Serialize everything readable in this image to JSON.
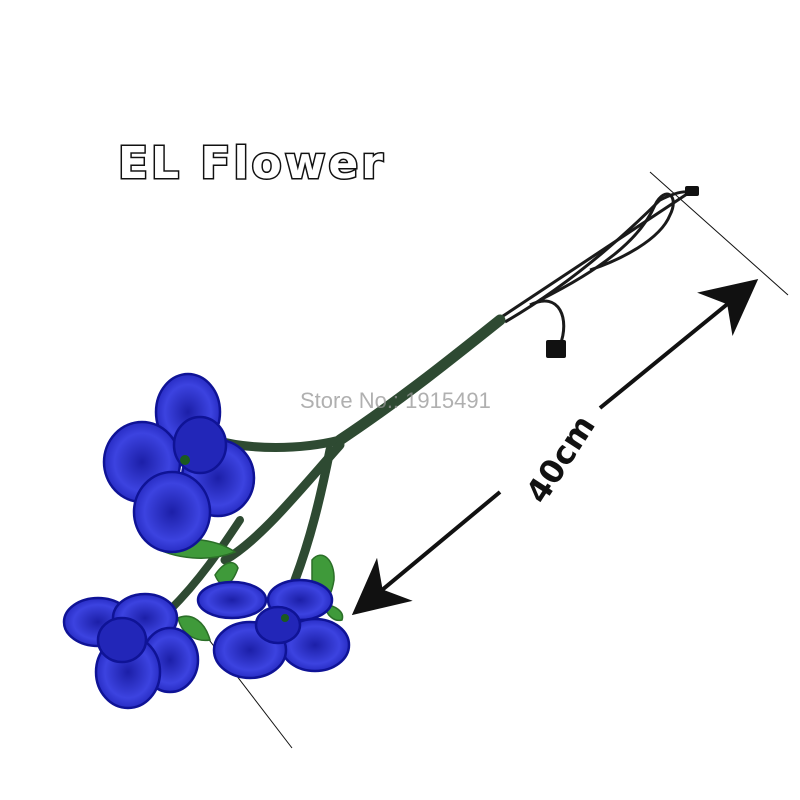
{
  "title": "EL Flower",
  "watermark": "Store No.: 1915491",
  "dimension": {
    "label": "40cm"
  },
  "colors": {
    "petal": "#2a2fd0",
    "petal_edge": "#10129a",
    "stem": "#2e4a32",
    "leaf": "#3f9a3a",
    "wire": "#1a1a1a"
  },
  "icons": [
    "flower",
    "measurement-arrow",
    "wire-connector"
  ]
}
